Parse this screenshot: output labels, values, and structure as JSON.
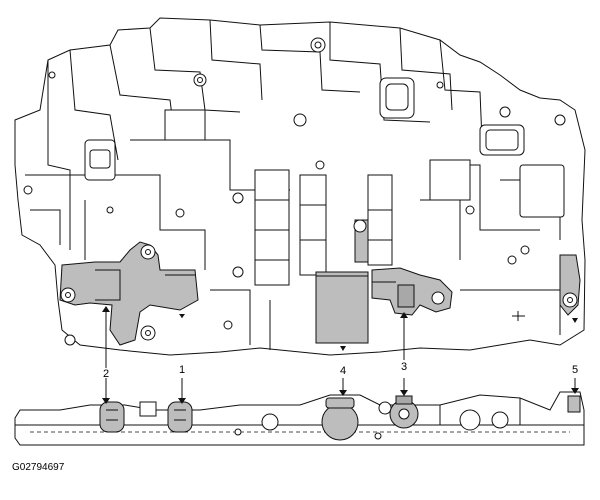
{
  "figure_id": "G02794697",
  "callouts": [
    {
      "id": "2",
      "text": "2"
    },
    {
      "id": "1",
      "text": "1"
    },
    {
      "id": "4",
      "text": "4"
    },
    {
      "id": "3",
      "text": "3"
    },
    {
      "id": "5",
      "text": "5"
    }
  ],
  "colors": {
    "highlight": "#bdbdbd",
    "line": "#111111",
    "background": "#ffffff"
  }
}
